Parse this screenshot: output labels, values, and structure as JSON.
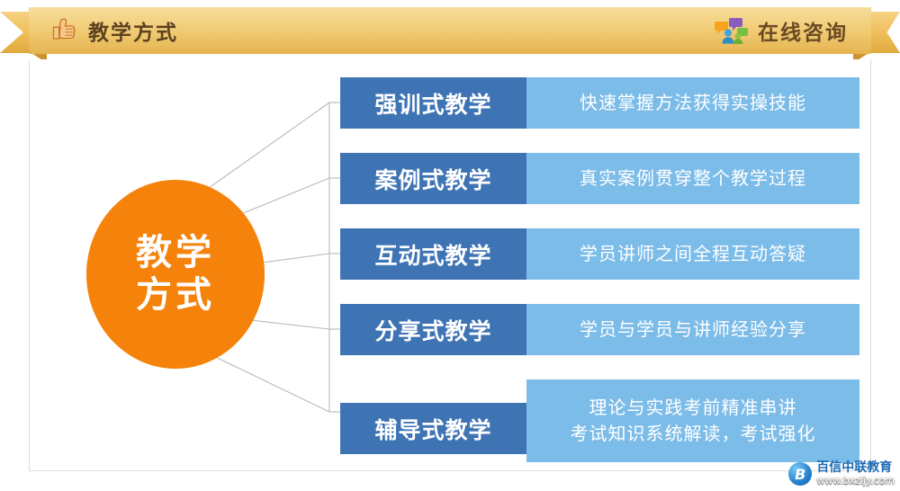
{
  "banner": {
    "left_icon": "thumbs-up-icon",
    "title": "教学方式",
    "right_icon": "online-consult-icon",
    "right_label": "在线咨询",
    "colors": {
      "ribbon_light": "#f7dc9a",
      "ribbon_dark": "#e4b44f"
    }
  },
  "hub": {
    "line1": "教学",
    "line2": "方式",
    "color": "#f5820a"
  },
  "colors": {
    "label_blue": "#3f74b4",
    "desc_blue": "#7cbce9",
    "connector": "#b9b9b9"
  },
  "rows": [
    {
      "label": "强训式教学",
      "desc": [
        "快速掌握方法获得实操技能"
      ]
    },
    {
      "label": "案例式教学",
      "desc": [
        "真实案例贯穿整个教学过程"
      ]
    },
    {
      "label": "互动式教学",
      "desc": [
        "学员讲师之间全程互动答疑"
      ]
    },
    {
      "label": "分享式教学",
      "desc": [
        "学员与学员与讲师经验分享"
      ]
    },
    {
      "label": "辅导式教学",
      "desc": [
        "理论与实践考前精准串讲",
        "考试知识系统解读，考试强化"
      ]
    }
  ],
  "watermark": {
    "mark": "B",
    "name": "百信中联教育",
    "url": "www.bxzljy.com"
  }
}
